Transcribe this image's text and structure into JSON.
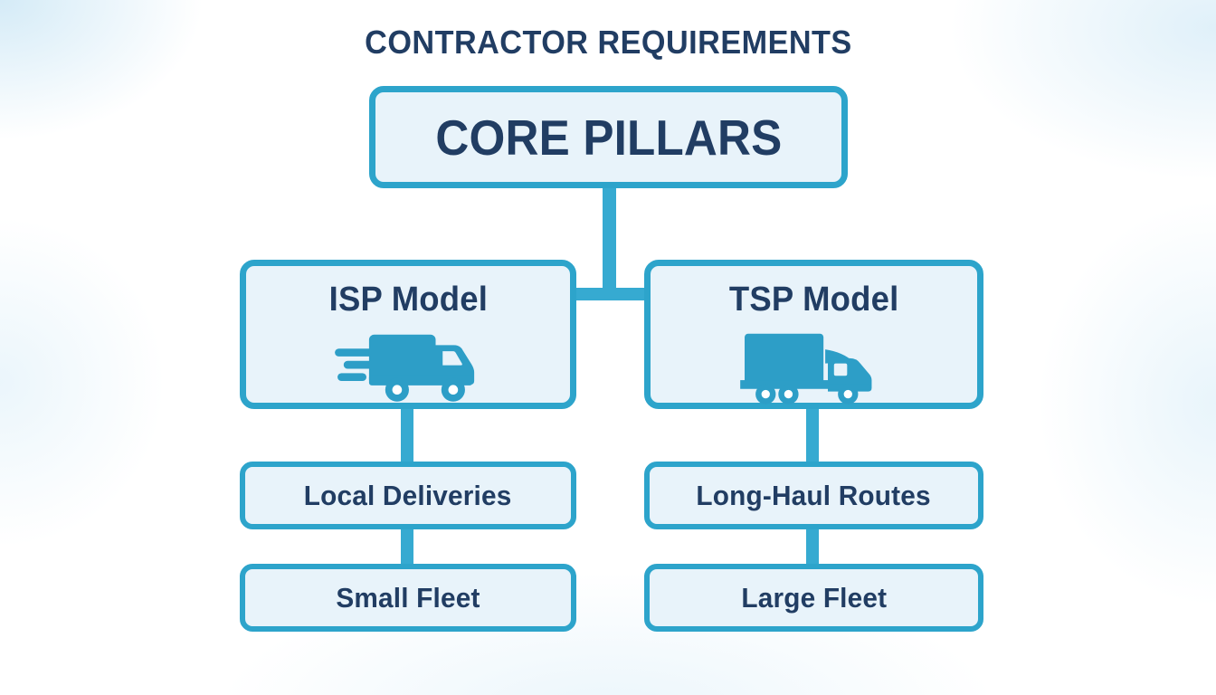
{
  "title": "CONTRACTOR REQUIREMENTS",
  "root": {
    "label": "CORE PILLARS"
  },
  "branches": [
    {
      "label": "ISP Model",
      "icon": "delivery-van-icon",
      "children": [
        "Local Deliveries",
        "Small Fleet"
      ]
    },
    {
      "label": "TSP Model",
      "icon": "semi-truck-icon",
      "children": [
        "Long-Haul Routes",
        "Large Fleet"
      ]
    }
  ],
  "colors": {
    "box_border": "#2da4cb",
    "box_fill": "#e8f3fa",
    "connector": "#36aad1",
    "icon_blue": "#2d9ec7",
    "text_navy": "#213d63",
    "background": "#ffffff"
  }
}
